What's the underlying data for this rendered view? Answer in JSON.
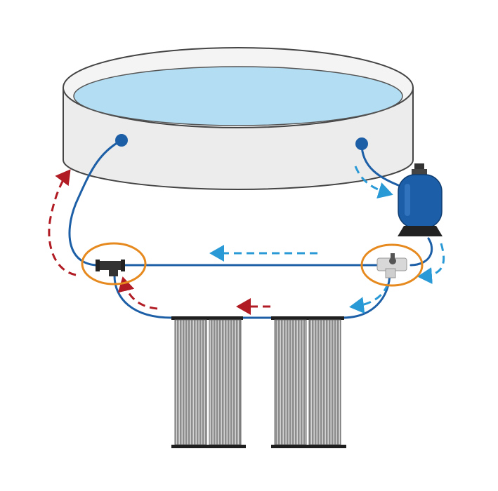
{
  "colors": {
    "background": "#ffffff",
    "pool_wall": "#ececec",
    "pool_outline": "#444444",
    "water": "#b3ddf2",
    "pipe": "#1d5fa6",
    "cold_flow": "#2a9ad6",
    "warm_flow": "#b11c24",
    "valve_highlight": "#e68a1f",
    "filter_tank": "#1c5fa8",
    "filter_base": "#222222",
    "solar_panel": "#8a8a8a",
    "solar_panel_dark": "#5a5a5a",
    "connector": "#333333",
    "valve_body": "#d8d8d8"
  },
  "components": {
    "pool": "above-ground-pool",
    "pool_inlet": "return-jet",
    "pool_outlet": "skimmer-outlet",
    "filter": "sand-filter-pump",
    "diverter": "three-way-valve",
    "tee": "tee-fitting",
    "collectors": [
      "solar-collector-1",
      "solar-collector-2"
    ]
  },
  "flows": {
    "cold": "pool-to-filter-to-collectors",
    "warm": "collectors-to-pool",
    "bypass": "valve-to-tee"
  }
}
